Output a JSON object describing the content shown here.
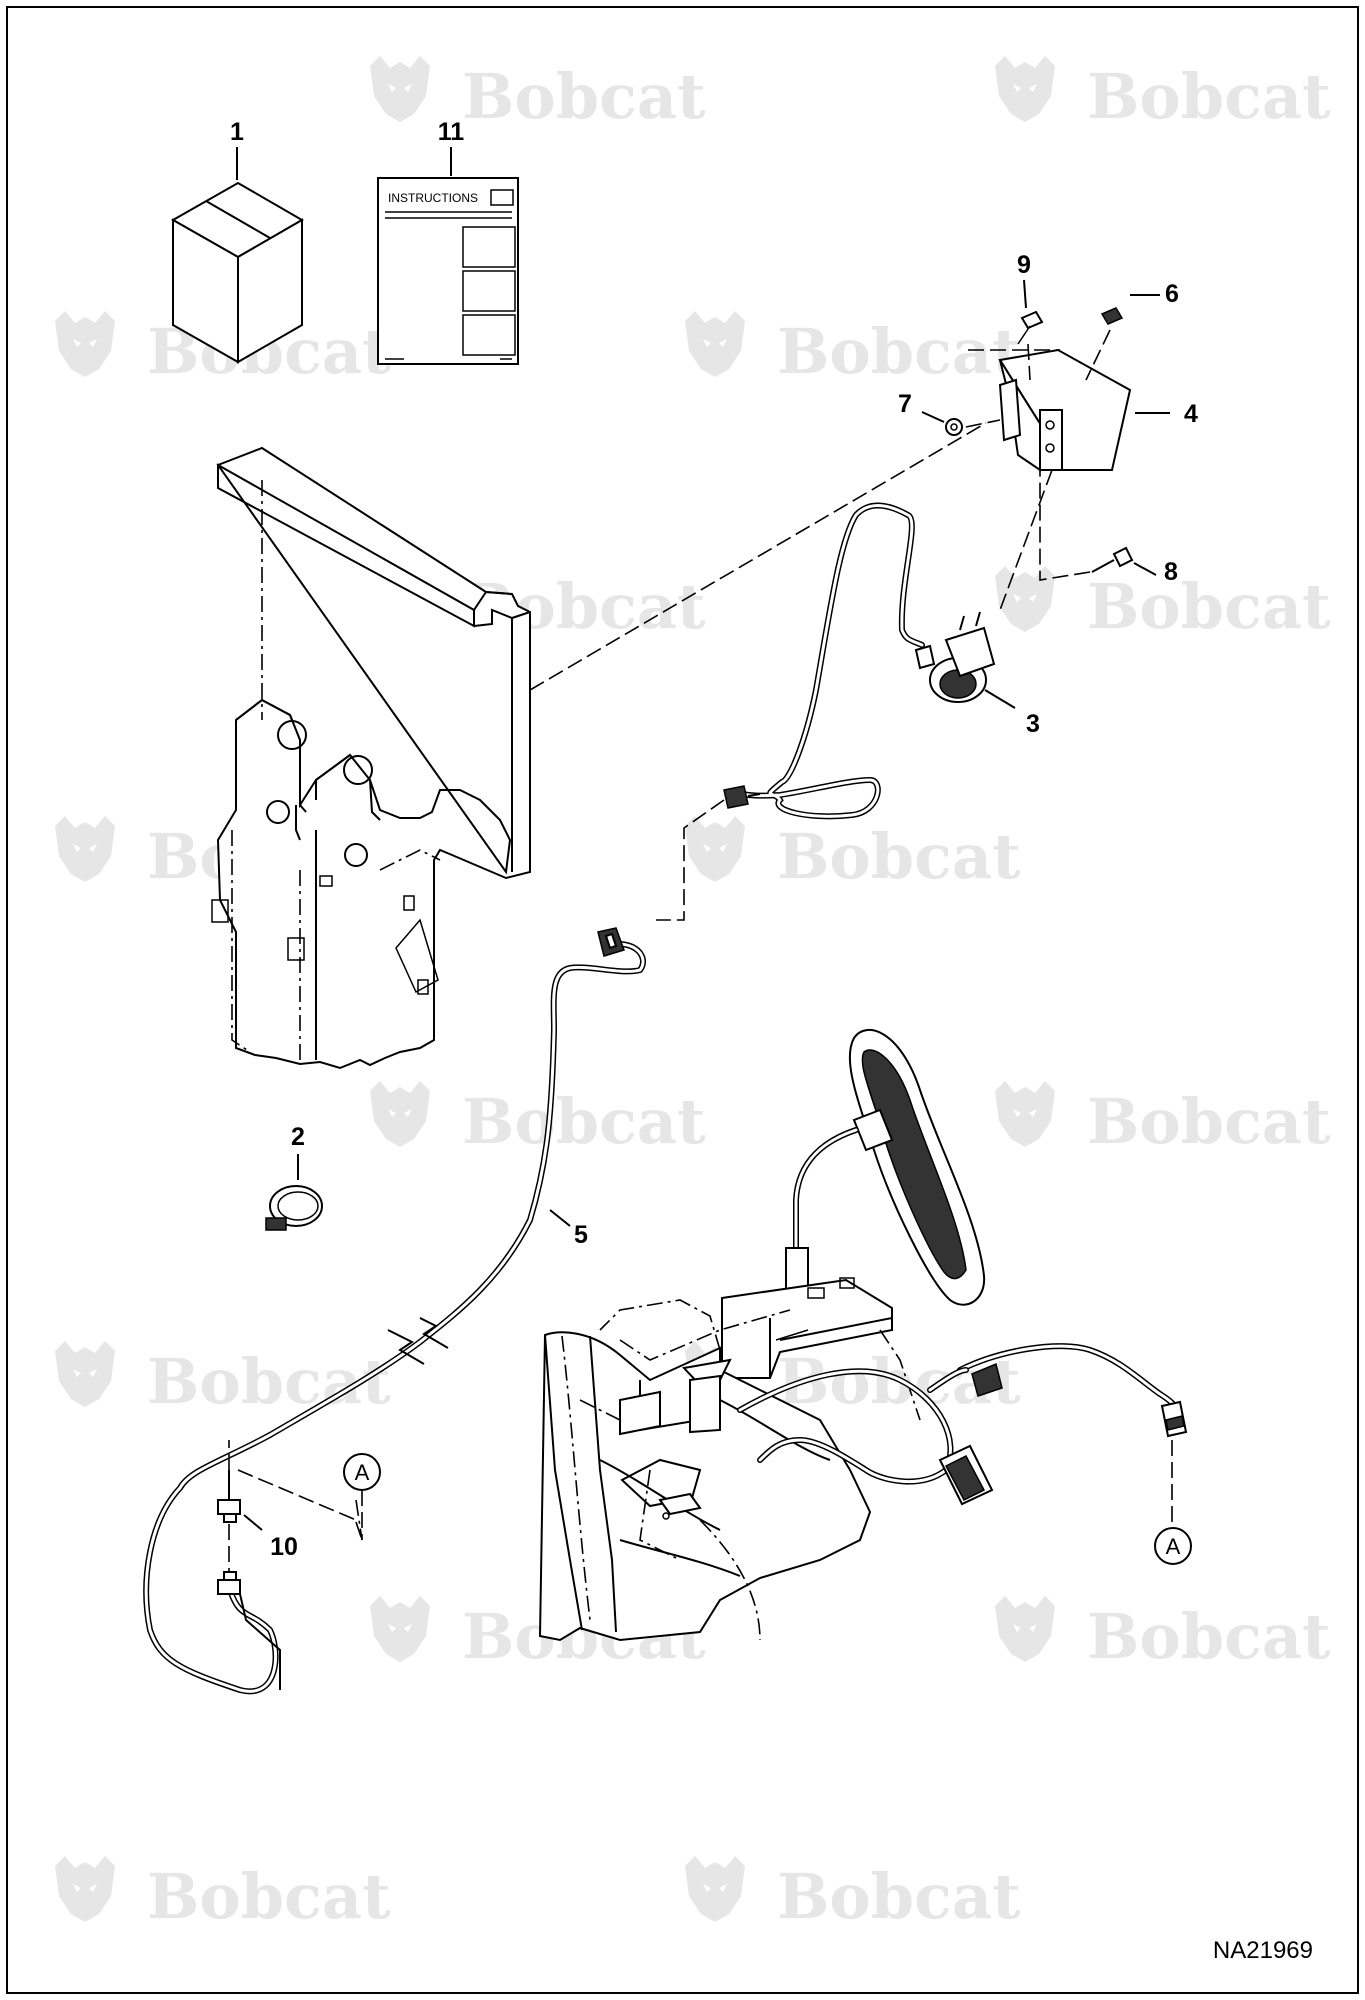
{
  "watermark": {
    "brand": "Bobcat",
    "reg": "®"
  },
  "figure_id": "NA21969",
  "instruction_sheet": {
    "title": "INSTRUCTIONS"
  },
  "callouts": {
    "c1": "1",
    "c2": "2",
    "c3": "3",
    "c4": "4",
    "c5": "5",
    "c6": "6",
    "c7": "7",
    "c8": "8",
    "c9": "9",
    "c10": "10",
    "c11": "11"
  },
  "connection_marker": "A"
}
